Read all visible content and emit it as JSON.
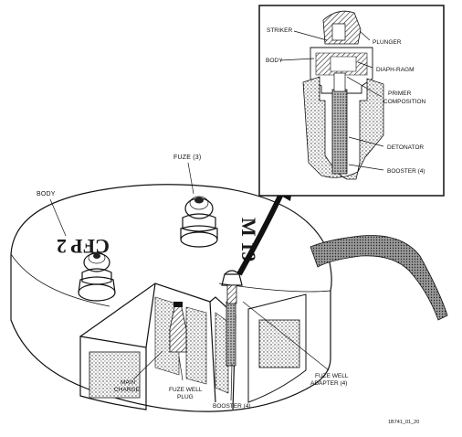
{
  "labels": {
    "body": "BODY",
    "fuze": "FUZE (3)",
    "main_charge_1": "MAIN",
    "main_charge_2": "CHARGE",
    "fuze_well_plug_1": "FUZE WELL",
    "fuze_well_plug_2": "PLUG",
    "booster_main": "BOOSTER (4)",
    "fuze_well_adapter_1": "FUZE WELL",
    "fuze_well_adapter_2": "ADAPTER (4)",
    "figure_id": "1B741_01_20"
  },
  "inset_labels": {
    "striker": "STRIKER",
    "plunger": "PLUNGER",
    "body": "BODY",
    "diaphragm": "DIAPH-RAGM",
    "primer_1": "PRIMER",
    "primer_2": "COMPOSITION",
    "detonator": "DETONATOR",
    "booster": "BOOSTER (4)"
  },
  "stencil": {
    "line1": "M 19",
    "line2": "CFP 2"
  },
  "colors": {
    "ink": "#111111",
    "stipple": "#8a8a8a",
    "background": "#ffffff"
  }
}
